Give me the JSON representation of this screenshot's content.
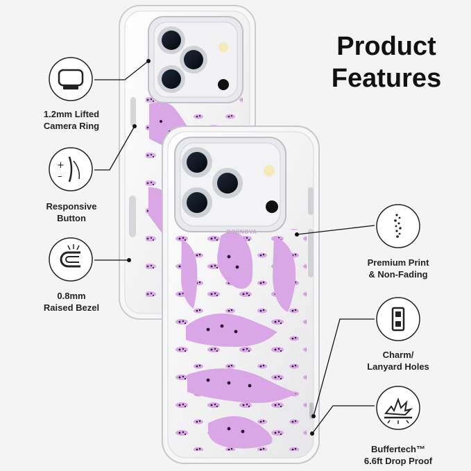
{
  "title": {
    "line1": "Product",
    "line2": "Features"
  },
  "features_left": [
    {
      "line1": "1.2mm Lifted",
      "line2": "Camera Ring",
      "icon": "camera-ring-icon"
    },
    {
      "line1": "Responsive",
      "line2": "Button",
      "icon": "side-button-icon"
    },
    {
      "line1": "0.8mm",
      "line2": "Raised Bezel",
      "icon": "raised-bezel-icon"
    }
  ],
  "features_right": [
    {
      "line1": "Premium Print",
      "line2": "& Non-Fading",
      "icon": "print-dots-icon"
    },
    {
      "line1": "Charm/",
      "line2": "Lanyard Holes",
      "icon": "lanyard-hole-icon"
    },
    {
      "line1": "Buffertech™",
      "line2": "6.6ft Drop Proof",
      "icon": "drop-impact-icon"
    }
  ],
  "case_brand": "BOSNOVA",
  "colors": {
    "print_pink": "#d9a6e6",
    "spots": "#2a1730",
    "background": "#f4f4f4"
  }
}
